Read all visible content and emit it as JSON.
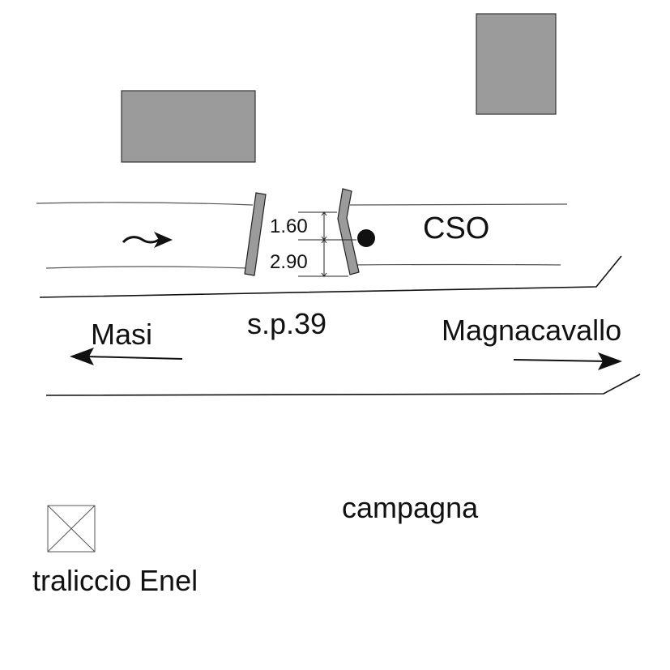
{
  "labels": {
    "cso": "CSO",
    "road": "s.p.39",
    "west_destination": "Masi",
    "east_destination": "Magnacavallo",
    "field": "campagna",
    "pylon": "traliccio Enel"
  },
  "dimensions": {
    "upper": "1.60",
    "lower": "2.90"
  },
  "colors": {
    "building_fill": "#9b9b9b",
    "line": "#111111",
    "background": "#ffffff"
  },
  "icons": {
    "flow": "water-flow-arrow-icon",
    "pylon": "power-pylon-icon",
    "cso_marker": "cso-point-icon"
  }
}
